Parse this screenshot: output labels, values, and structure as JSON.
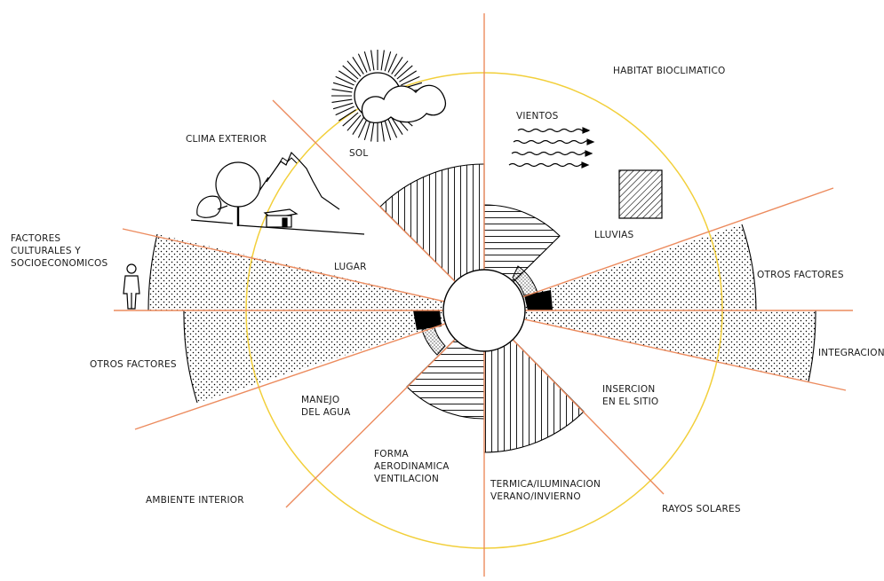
{
  "colors": {
    "outer_circle": "#f2cf3a",
    "radial_lines": "#ec8b5e",
    "ink": "#000000",
    "background": "#ffffff"
  },
  "labels": {
    "habitat": "HABITAT BIOCLIMATICO",
    "vientos": "VIENTOS",
    "lluvias": "LLUVIAS",
    "otros_factores_right": "OTROS FACTORES",
    "integracion": "INTEGRACION",
    "insercion_1": "INSERCION",
    "insercion_2": "EN EL SITIO",
    "rayos_solares": "RAYOS SOLARES",
    "termica_1": "TERMICA/ILUMINACION",
    "termica_2": "VERANO/INVIERNO",
    "forma_1": "FORMA",
    "forma_2": "AERODINAMICA",
    "forma_3": "VENTILACION",
    "ambiente_interior": "AMBIENTE INTERIOR",
    "manejo_1": "MANEJO",
    "manejo_2": "DEL AGUA",
    "otros_factores_left": "OTROS FACTORES",
    "factores_1": "FACTORES",
    "factores_2": "CULTURALES Y",
    "factores_3": "SOCIOECONOMICOS",
    "lugar": "LUGAR",
    "clima_exterior": "CLIMA EXTERIOR",
    "sol": "SOL"
  },
  "icons": [
    "sun-icon",
    "cloud-icon",
    "tree-icon",
    "mountain-icon",
    "house-icon",
    "person-icon",
    "wind-arrows-icon",
    "rain-hatch-icon"
  ]
}
